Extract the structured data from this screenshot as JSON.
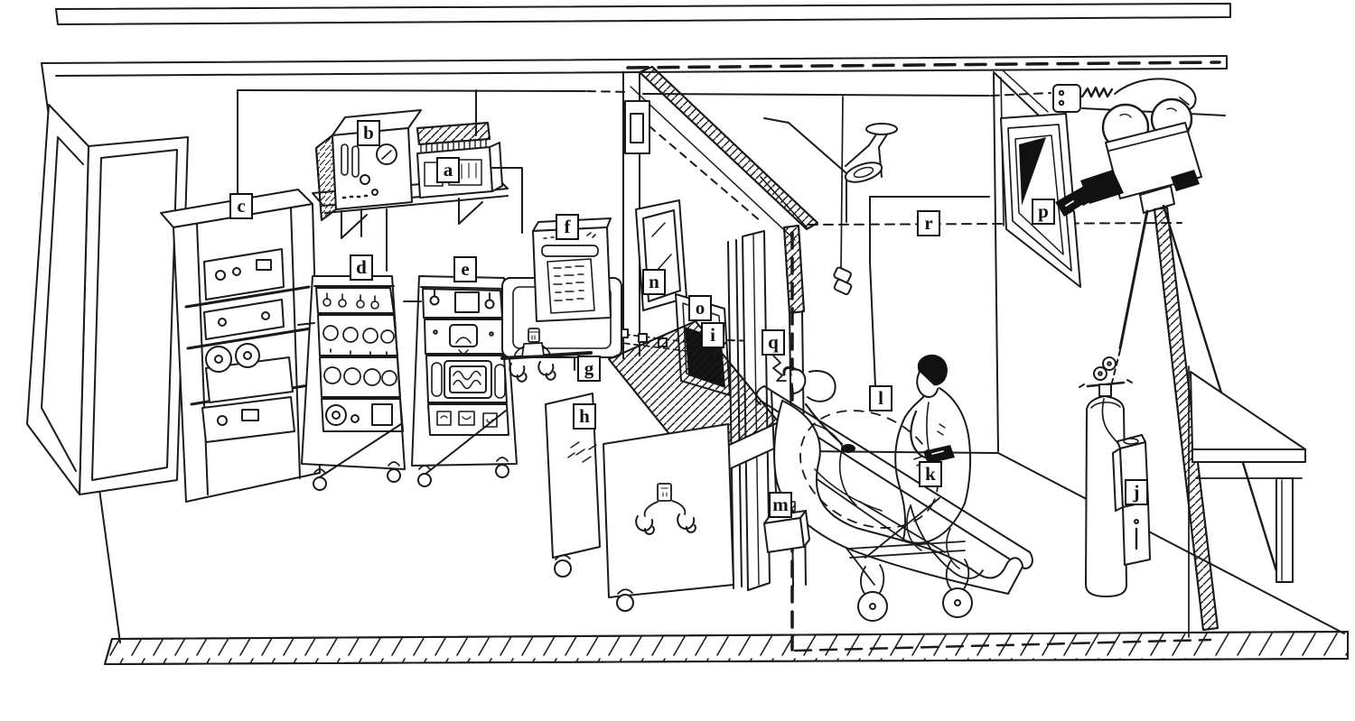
{
  "figure": {
    "description": "Cutaway perspective line drawing of a physiological recording laboratory: control room with equipment racks and recorders, shielded subject room with patient on wheeled gurney and attendant, observation windows, ceiling loudspeaker, hanging microphone, film camera on tripod behind a viewing port, and oxygen cylinder with gas meter.",
    "callouts": [
      {
        "letter": "a",
        "refers_to": "electrode-board-on-shelf"
      },
      {
        "letter": "b",
        "refers_to": "stimulator-unit-on-shelf"
      },
      {
        "letter": "c",
        "refers_to": "cabinet-with-tape-recorder"
      },
      {
        "letter": "d",
        "refers_to": "amplifier-rack-1"
      },
      {
        "letter": "e",
        "refers_to": "amplifier-rack-2"
      },
      {
        "letter": "f",
        "refers_to": "wall-chart-recorder"
      },
      {
        "letter": "g",
        "refers_to": "manikin-display"
      },
      {
        "letter": "h",
        "refers_to": "control-console"
      },
      {
        "letter": "i",
        "refers_to": "dark-one-way-screen"
      },
      {
        "letter": "j",
        "refers_to": "oxygen-cylinder-gas-meter"
      },
      {
        "letter": "k",
        "refers_to": "hand-held-stimulator"
      },
      {
        "letter": "l",
        "refers_to": "subject-on-gurney"
      },
      {
        "letter": "m",
        "refers_to": "bedside-junction-box"
      },
      {
        "letter": "n",
        "refers_to": "observation-window"
      },
      {
        "letter": "o",
        "refers_to": "darkened-window"
      },
      {
        "letter": "p",
        "refers_to": "camera-viewing-port"
      },
      {
        "letter": "q",
        "refers_to": "electrode-leads"
      },
      {
        "letter": "r",
        "refers_to": "camera-signal-cable"
      }
    ]
  }
}
